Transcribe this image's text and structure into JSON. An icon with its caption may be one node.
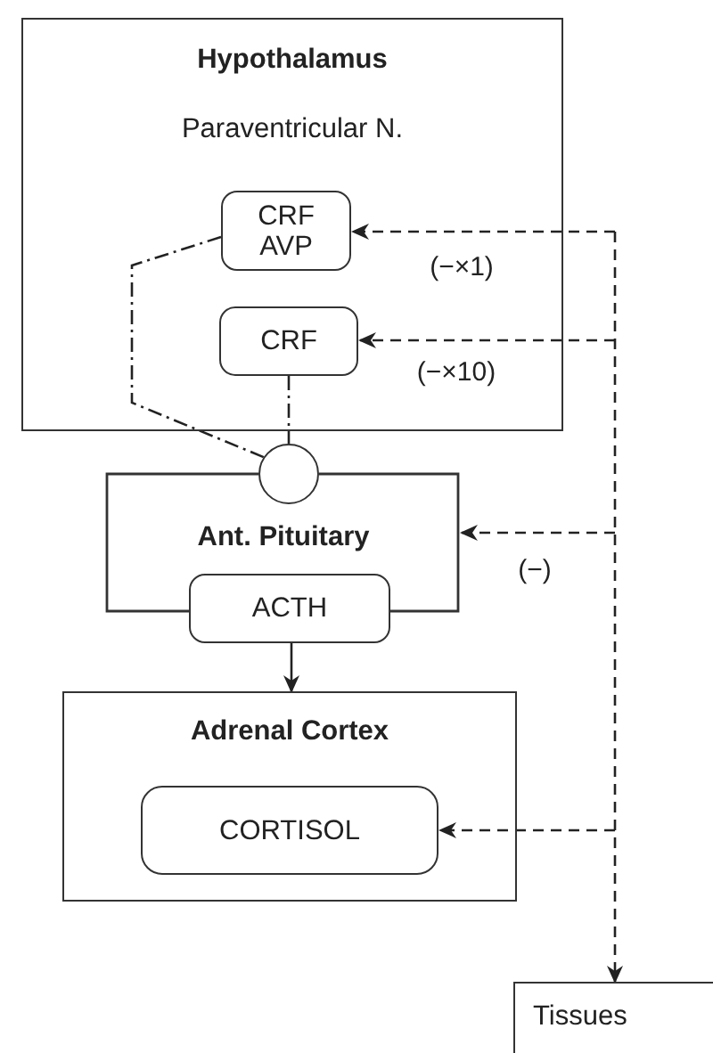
{
  "diagram": {
    "nodes": [
      {
        "text": [
          "Hypothalamus",
          "Paraventricular N."
        ]
      },
      {
        "text": [
          "CRF AVP"
        ],
        "in": 0
      },
      {
        "text": [
          "CRF"
        ],
        "in": 0
      },
      {
        "text": [],
        "shape": "circle"
      },
      {
        "text": [
          "Ant. Pituitary"
        ]
      },
      {
        "text": [
          "ACTH"
        ]
      },
      {
        "text": [
          "Adrenal Cortex"
        ]
      },
      {
        "text": [
          "CORTISOL"
        ],
        "in": 6
      },
      {
        "text": [
          "Tissues"
        ]
      }
    ],
    "edges": [
      {
        "from": 1,
        "to": 3,
        "arrow": "none",
        "style": "dashed"
      },
      {
        "from": 2,
        "to": 3,
        "arrow": "none",
        "style": "dashed"
      },
      {
        "from": 5,
        "to": 6,
        "arrow": "to"
      },
      {
        "from": null,
        "to": 1,
        "arrow": "to",
        "style": "dashed",
        "label": "(−×1)"
      },
      {
        "from": null,
        "to": 2,
        "arrow": "to",
        "style": "dashed",
        "label": "(−×10)"
      },
      {
        "from": null,
        "to": 4,
        "arrow": "to",
        "style": "dashed",
        "label": "(−)"
      },
      {
        "from": null,
        "to": 7,
        "arrow": "to",
        "style": "dashed"
      },
      {
        "from": null,
        "to": 8,
        "arrow": "to",
        "style": "dashed"
      }
    ]
  }
}
